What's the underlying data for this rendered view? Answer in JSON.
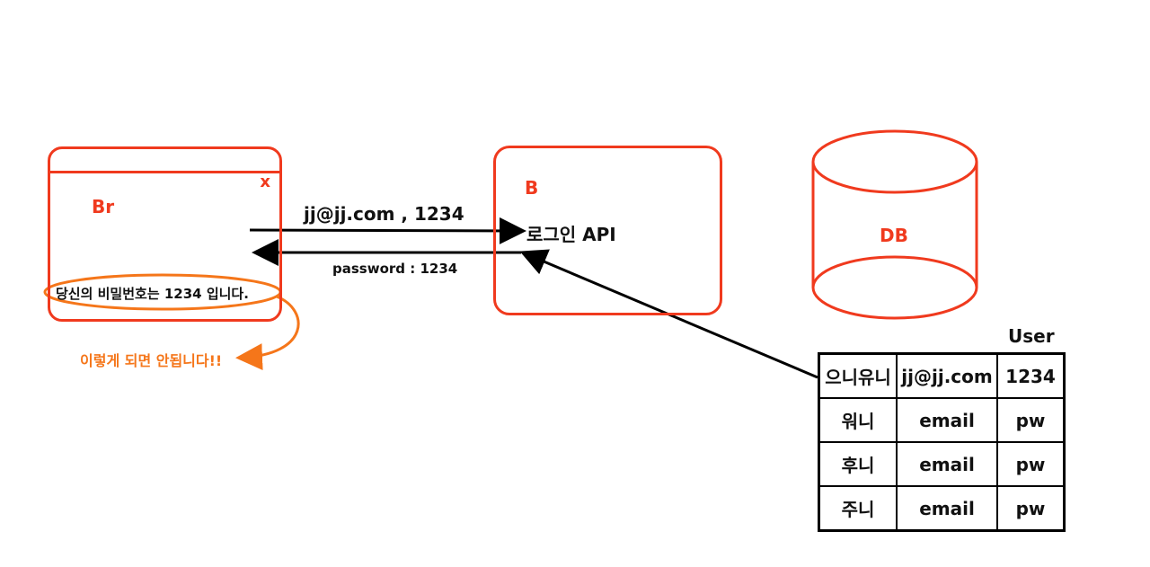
{
  "browser": {
    "label": "Br",
    "close": "x",
    "message": "당신의 비밀번호는 1234 입니다."
  },
  "server": {
    "label": "B",
    "api": "로그인 API"
  },
  "arrows": {
    "request": "jj@jj.com , 1234",
    "response": "password : 1234"
  },
  "warning": "이렇게 되면 안됩니다!!",
  "db": {
    "label": "DB"
  },
  "user_table": {
    "title": "User",
    "rows": [
      [
        "으니유니",
        "jj@jj.com",
        "1234"
      ],
      [
        "워니",
        "email",
        "pw"
      ],
      [
        "후니",
        "email",
        "pw"
      ],
      [
        "주니",
        "email",
        "pw"
      ]
    ]
  },
  "colors": {
    "red": "#f03a1e",
    "orange": "#f5761a",
    "black": "#000000"
  }
}
